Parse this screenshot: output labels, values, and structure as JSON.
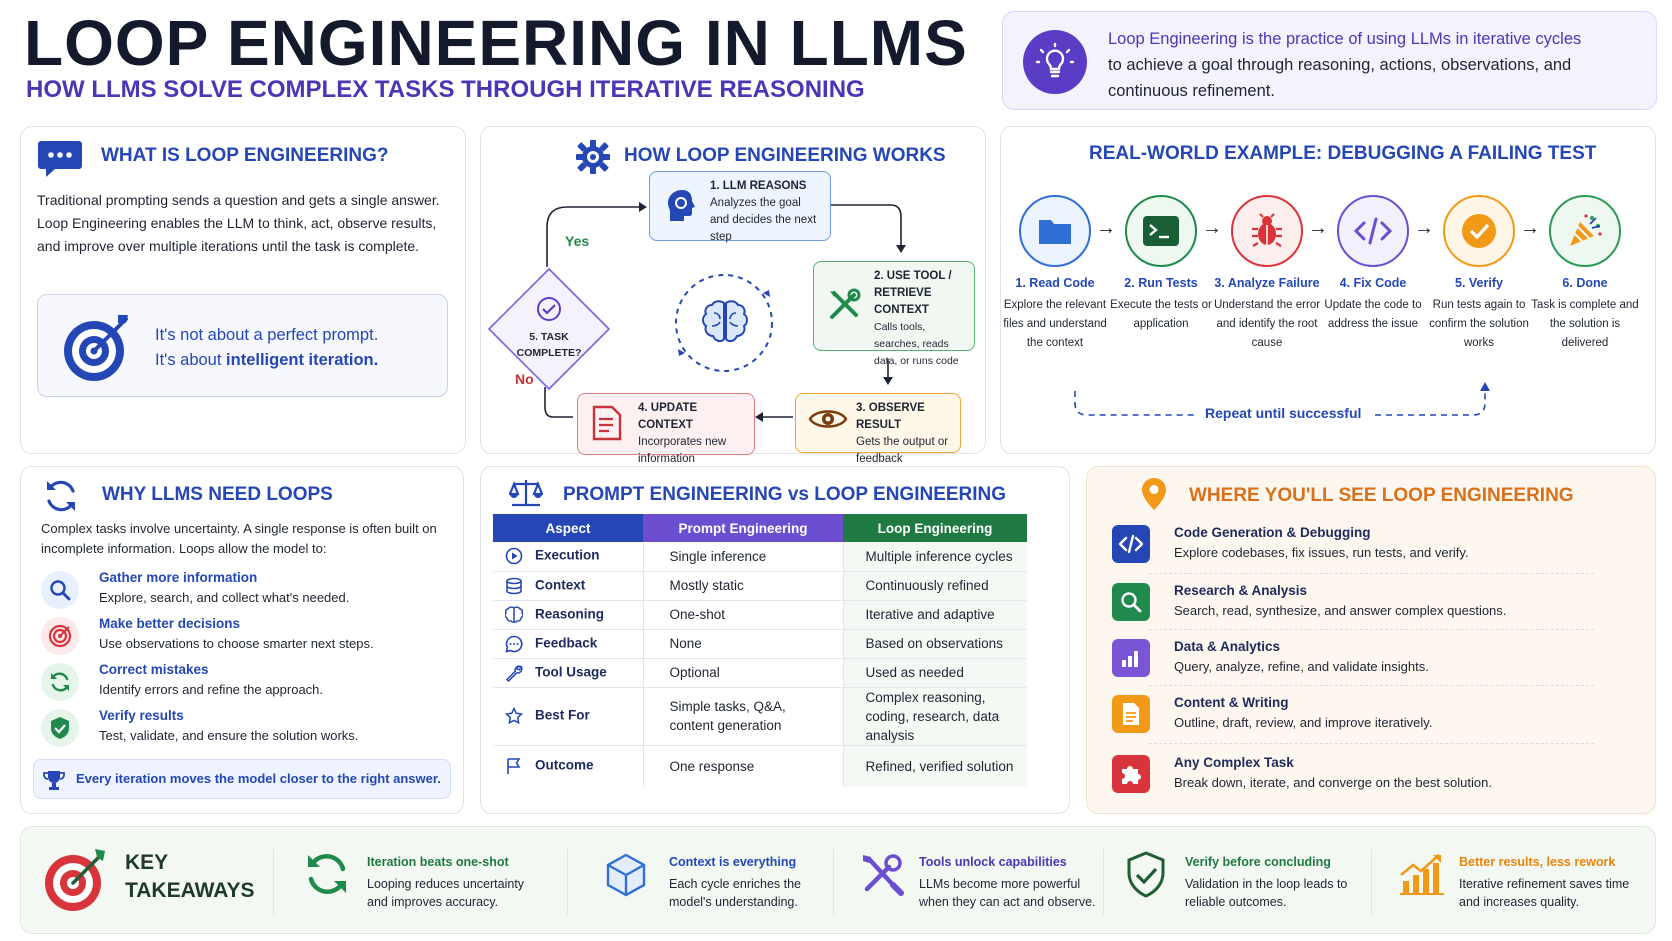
{
  "header": {
    "title": "LOOP ENGINEERING IN LLMS",
    "subtitle": "HOW LLMS SOLVE COMPLEX TASKS THROUGH ITERATIVE REASONING"
  },
  "definition": {
    "lead": "Loop Engineering is the practice of using LLMs in iterative cycles",
    "rest": "to achieve a goal through reasoning, actions, observations, and continuous refinement."
  },
  "what": {
    "heading": "WHAT IS LOOP ENGINEERING?",
    "body": "Traditional prompting sends a question and gets a single answer. Loop Engineering enables the LLM to think, act, observe results, and improve over multiple iterations until the task is complete.",
    "quote_line1": "It's not about a perfect prompt.",
    "quote_line2_pre": "It's about ",
    "quote_line2_bold": "intelligent iteration."
  },
  "how": {
    "heading": "HOW LOOP ENGINEERING WORKS",
    "step1_title": "1. LLM REASONS",
    "step1_desc": "Analyzes the goal and decides the next step",
    "step2_title": "2. USE TOOL / RETRIEVE CONTEXT",
    "step2_desc": "Calls tools, searches, reads data, or runs code",
    "step3_title": "3. OBSERVE RESULT",
    "step3_desc": "Gets the output or feedback",
    "step4_title": "4. UPDATE CONTEXT",
    "step4_desc": "Incorporates new information",
    "step5_title": "5. TASK COMPLETE?",
    "yes": "Yes",
    "no": "No"
  },
  "example": {
    "heading": "REAL-WORLD EXAMPLE: DEBUGGING A FAILING TEST",
    "steps": [
      {
        "title": "1. Read Code",
        "desc": "Explore the relevant files and understand the context",
        "color": "#2f6fd6"
      },
      {
        "title": "2. Run Tests",
        "desc": "Execute the tests or application",
        "color": "#1f8a4c"
      },
      {
        "title": "3. Analyze Failure",
        "desc": "Understand the error and identify the root cause",
        "color": "#d9343b"
      },
      {
        "title": "4. Fix Code",
        "desc": "Update the code to address the issue",
        "color": "#6b4fd0"
      },
      {
        "title": "5. Verify",
        "desc": "Run tests again to confirm the solution works",
        "color": "#f29a18"
      },
      {
        "title": "6. Done",
        "desc": "Task is complete and the solution is delivered",
        "color": "#2e9a58"
      }
    ],
    "repeat": "Repeat until successful"
  },
  "why": {
    "heading": "WHY LLMS NEED LOOPS",
    "intro": "Complex tasks involve uncertainty. A single response is often built on incomplete information. Loops allow the model to:",
    "items": [
      {
        "title": "Gather more information",
        "desc": "Explore, search, and collect what's needed."
      },
      {
        "title": "Make better decisions",
        "desc": "Use observations to choose smarter next steps."
      },
      {
        "title": "Correct mistakes",
        "desc": "Identify errors and refine the approach."
      },
      {
        "title": "Verify results",
        "desc": "Test, validate, and ensure the solution works."
      }
    ],
    "footer": "Every iteration moves the model closer to the right answer."
  },
  "compare": {
    "heading": "PROMPT ENGINEERING vs LOOP ENGINEERING",
    "headers": [
      "Aspect",
      "Prompt Engineering",
      "Loop Engineering"
    ],
    "rows": [
      {
        "aspect": "Execution",
        "prompt": "Single inference",
        "loop": "Multiple inference cycles"
      },
      {
        "aspect": "Context",
        "prompt": "Mostly static",
        "loop": "Continuously refined"
      },
      {
        "aspect": "Reasoning",
        "prompt": "One-shot",
        "loop": "Iterative and adaptive"
      },
      {
        "aspect": "Feedback",
        "prompt": "None",
        "loop": "Based on observations"
      },
      {
        "aspect": "Tool Usage",
        "prompt": "Optional",
        "loop": "Used as needed"
      },
      {
        "aspect": "Best For",
        "prompt": "Simple tasks, Q&A, content generation",
        "loop": "Complex reasoning, coding, research, data analysis"
      },
      {
        "aspect": "Outcome",
        "prompt": "One response",
        "loop": "Refined, verified solution"
      }
    ]
  },
  "where": {
    "heading": "WHERE YOU'LL SEE LOOP ENGINEERING",
    "items": [
      {
        "title": "Code Generation & Debugging",
        "desc": "Explore codebases, fix issues, run tests, and verify.",
        "color": "#2447b5"
      },
      {
        "title": "Research & Analysis",
        "desc": "Search, read, synthesize, and answer complex questions.",
        "color": "#1f8a4c"
      },
      {
        "title": "Data & Analytics",
        "desc": "Query, analyze, refine, and validate insights.",
        "color": "#7a55d6"
      },
      {
        "title": "Content & Writing",
        "desc": "Outline, draft, review, and improve iteratively.",
        "color": "#f29a18"
      },
      {
        "title": "Any Complex Task",
        "desc": "Break down, iterate, and converge on the best solution.",
        "color": "#d9343b"
      }
    ]
  },
  "takeaways": {
    "heading_line1": "KEY",
    "heading_line2": "TAKEAWAYS",
    "items": [
      {
        "title": "Iteration beats one-shot",
        "desc": "Looping reduces uncertainty and improves accuracy.",
        "color": "#1f8a4c"
      },
      {
        "title": "Context is everything",
        "desc": "Each cycle enriches the model's understanding.",
        "color": "#2447b5"
      },
      {
        "title": "Tools unlock capabilities",
        "desc": "LLMs become more powerful when they can act and observe.",
        "color": "#6b4fd0"
      },
      {
        "title": "Verify before concluding",
        "desc": "Validation in the loop leads to reliable outcomes.",
        "color": "#1f8a4c"
      },
      {
        "title": "Better results, less rework",
        "desc": "Iterative refinement saves time and increases quality.",
        "color": "#e8850c"
      }
    ]
  }
}
